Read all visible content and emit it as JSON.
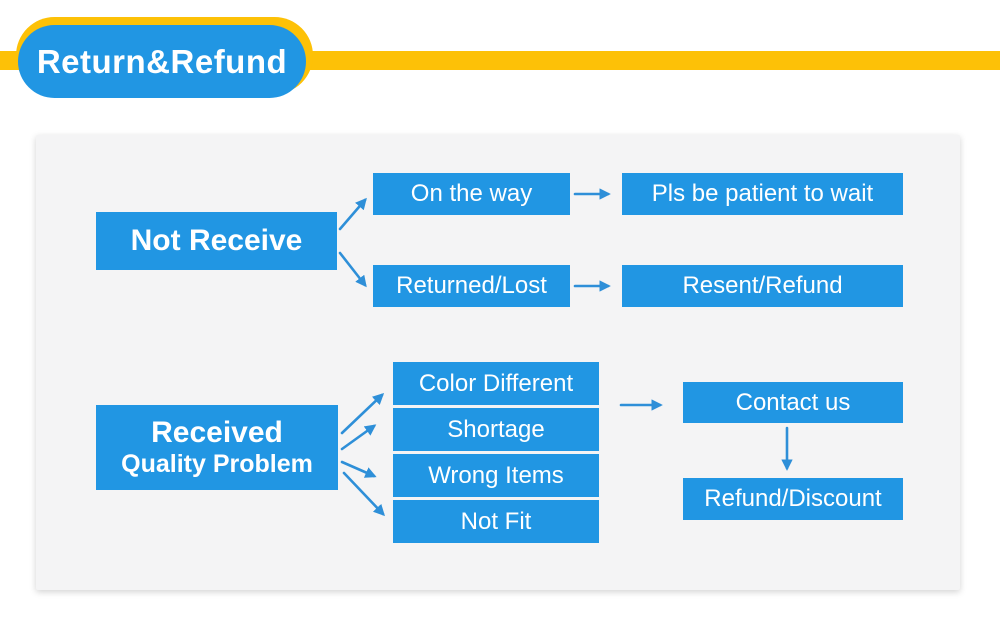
{
  "header": {
    "badge_label": "Return&Refund"
  },
  "colors": {
    "accent_blue": "#2196e3",
    "arrow_blue": "#2e8fd8",
    "ribbon_yellow": "#fdc107",
    "panel_bg": "#f4f4f5",
    "text_on_blue": "#ffffff"
  },
  "flowchart": {
    "not_receive": {
      "label": "Not Receive"
    },
    "on_the_way": {
      "label": "On the way"
    },
    "pls_wait": {
      "label": "Pls be patient to wait"
    },
    "returned_lost": {
      "label": "Returned/Lost"
    },
    "resent_refund": {
      "label": "Resent/Refund"
    },
    "received": {
      "label": "Received",
      "sublabel": "Quality Problem"
    },
    "color_different": {
      "label": "Color Different"
    },
    "shortage": {
      "label": "Shortage"
    },
    "wrong_items": {
      "label": "Wrong Items"
    },
    "not_fit": {
      "label": "Not Fit"
    },
    "contact_us": {
      "label": "Contact us"
    },
    "refund_discount": {
      "label": "Refund/Discount"
    }
  }
}
